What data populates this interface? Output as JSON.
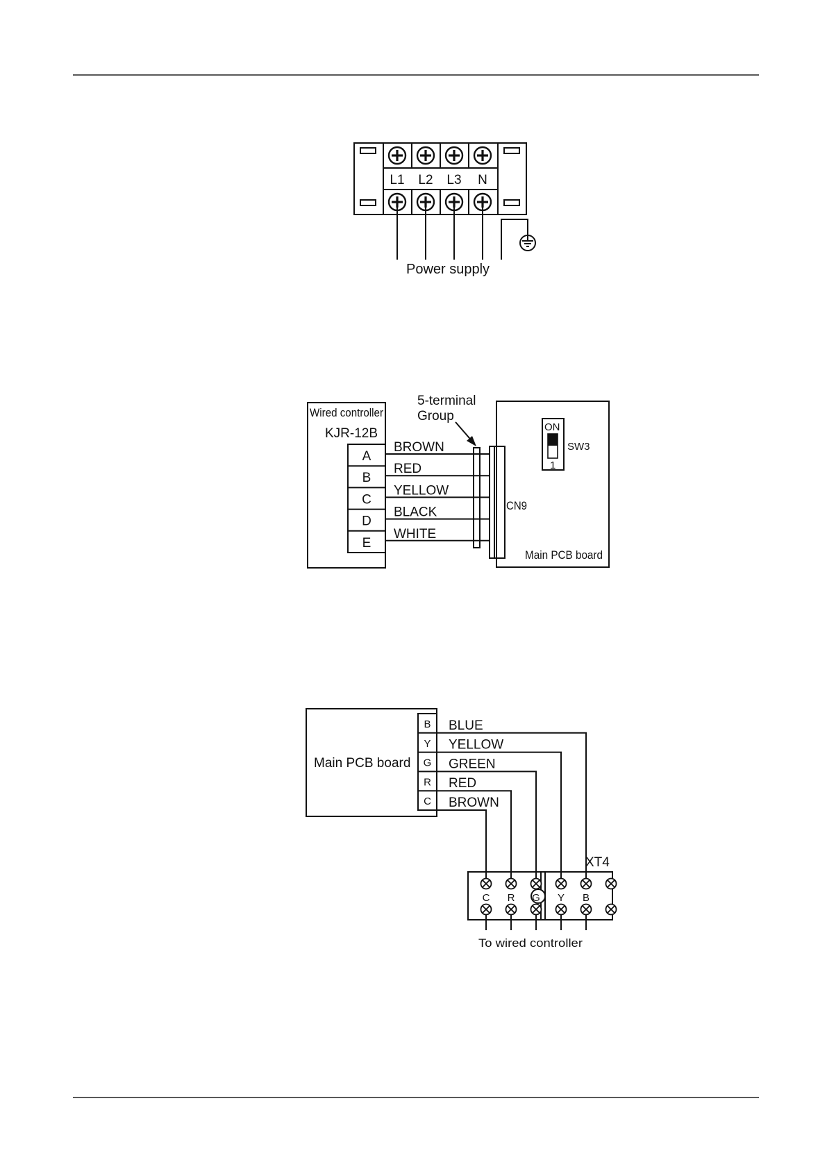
{
  "power_terminal": {
    "terminals": [
      "L1",
      "L2",
      "L3",
      "N"
    ],
    "caption": "Power supply",
    "ground_icon": "ground-icon",
    "screw_icon": "screw-plus-icon"
  },
  "wired_controller_diagram": {
    "controller_title": "Wired controller",
    "controller_model": "KJR-12B",
    "controller_terminals": [
      "A",
      "B",
      "C",
      "D",
      "E"
    ],
    "wire_colors": [
      "BROWN",
      "RED",
      "YELLOW",
      "BLACK",
      "WHITE"
    ],
    "terminal_group_line1": "5-terminal",
    "terminal_group_line2": "Group",
    "connector_label": "CN9",
    "switch_on_label": "ON",
    "switch_number": "1",
    "switch_label": "SW3",
    "board_label": "Main PCB board"
  },
  "xt4_diagram": {
    "board_label": "Main PCB board",
    "board_pins": [
      "B",
      "Y",
      "G",
      "R",
      "C"
    ],
    "wire_colors": [
      "BLUE",
      "YELLOW",
      "GREEN",
      "RED",
      "BROWN"
    ],
    "terminal_block_label": "XT4",
    "terminal_letters": [
      "C",
      "R",
      "G",
      "Y",
      "B"
    ],
    "caption": "To wired controller",
    "screw_icon": "screw-cross-icon"
  }
}
